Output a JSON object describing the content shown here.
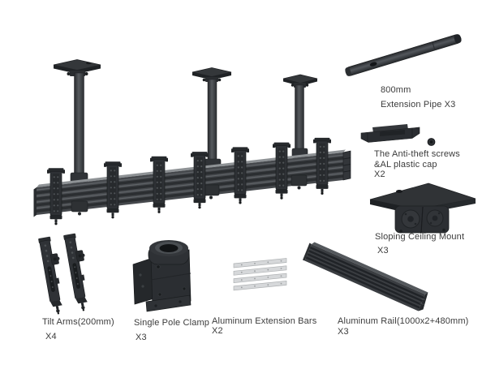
{
  "figure": {
    "description": "Exploded parts diagram of a triple-screen TV ceiling mount kit on a white background",
    "background_color": "#ffffff",
    "text_color": "#3b3b3b"
  },
  "palette": {
    "part_charcoal": "#2c2f32",
    "part_mid_gray": "#45484c",
    "rail_top_highlight": "#8e9295",
    "aluminum_bar": "#d6d8da",
    "hole_dot": "#4e5255"
  },
  "labels": {
    "extension_pipe": {
      "line1": "800mm",
      "line2": "Extension Pipe X3"
    },
    "anti_theft": {
      "line1": "The Anti-theft screws",
      "line2": "&AL plastic cap",
      "line3": "X2"
    },
    "sloping_mount": {
      "name": "Sloping Ceiling Mount",
      "qty": "X3"
    },
    "tilt_arms": {
      "name": "Tilt Arms(200mm)",
      "qty": "X4"
    },
    "pole_clamp": {
      "name": "Single Pole Clamp",
      "qty": "X3"
    },
    "extension_bars": {
      "name": "Aluminum Extension Bars",
      "qty": "X2"
    },
    "aluminum_rail": {
      "name": "Aluminum Rail(1000x2+480mm)",
      "qty": "X3"
    }
  }
}
